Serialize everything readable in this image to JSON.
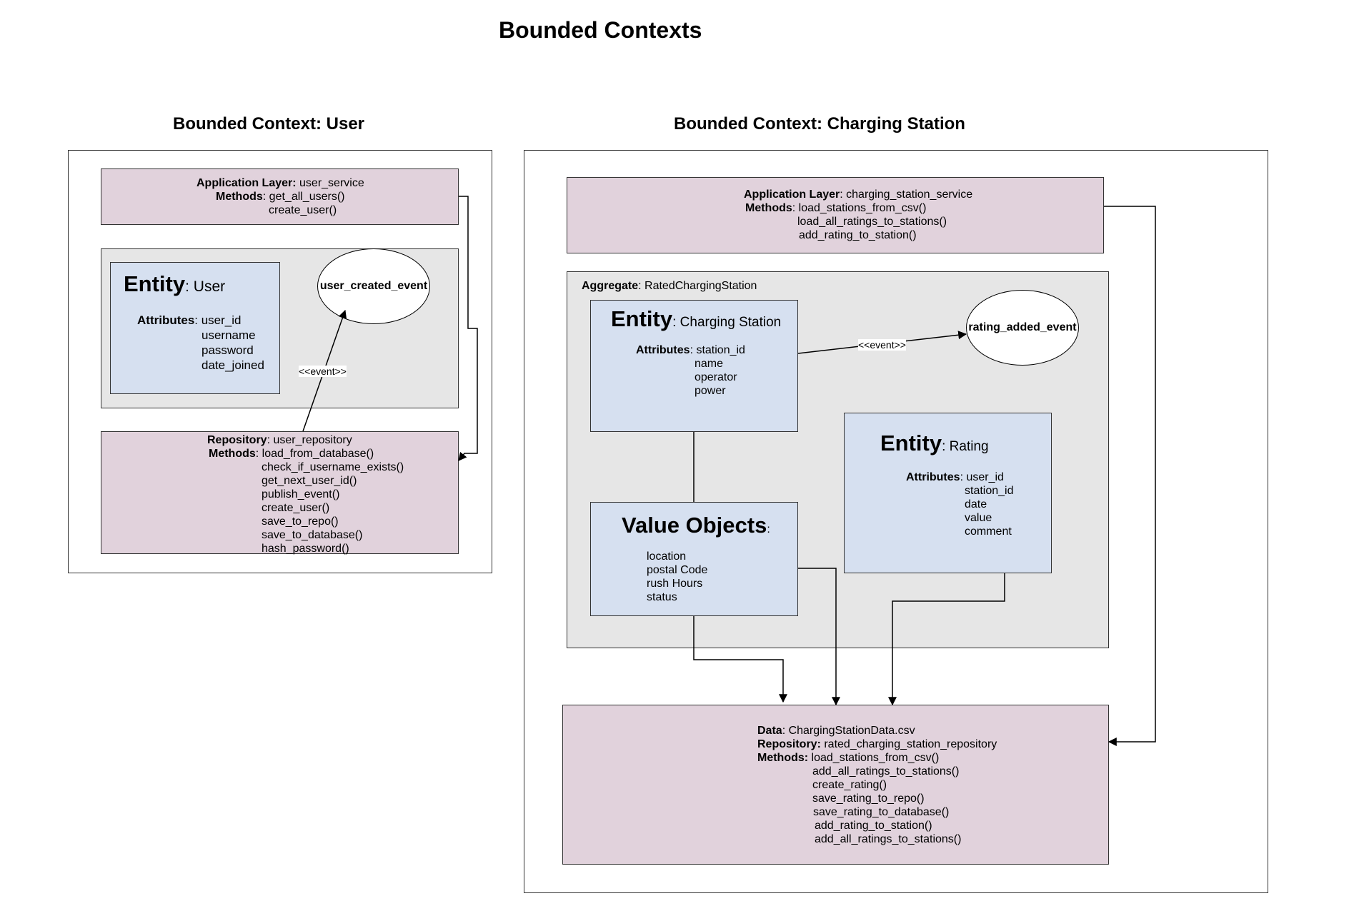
{
  "title": "Bounded Contexts",
  "user_ctx": {
    "title": "Bounded Context: User",
    "app": {
      "layer_label": "Application Layer:",
      "layer_value": " user_service",
      "methods_label": "Methods",
      "methods": [
        ": get_all_users()",
        "create_user()"
      ]
    },
    "entity": {
      "word": "Entity",
      "name": ": User",
      "attr_label": "Attributes",
      "attrs": [
        ": user_id",
        "username",
        "password",
        "date_joined"
      ]
    },
    "event": "user_created_event",
    "event_label": "<<event>>",
    "repo": {
      "label": "Repository",
      "value": ": user_repository",
      "methods_label": "Methods",
      "methods": [
        ": load_from_database()",
        "check_if_username_exists()",
        "get_next_user_id()",
        "publish_event()",
        "create_user()",
        "save_to_repo()",
        "save_to_database()",
        "hash_password()"
      ]
    }
  },
  "cs_ctx": {
    "title": "Bounded Context: Charging Station",
    "app": {
      "layer_label": "Application Layer",
      "layer_value": ": charging_station_service",
      "methods_label": "Methods",
      "methods": [
        ": load_stations_from_csv()",
        "load_all_ratings_to_stations()",
        "add_rating_to_station()"
      ]
    },
    "aggregate": {
      "label": "Aggregate",
      "value": ": RatedChargingStation"
    },
    "entity_station": {
      "word": "Entity",
      "name": ": Charging Station",
      "attr_label": "Attributes",
      "attrs": [
        ": station_id",
        "name",
        "operator",
        "power"
      ]
    },
    "event": "rating_added_event",
    "event_label": "<<event>>",
    "entity_rating": {
      "word": "Entity",
      "name": ": Rating",
      "attr_label": "Attributes",
      "attrs": [
        ": user_id",
        "station_id",
        "date",
        "value",
        "comment"
      ]
    },
    "value_objects": {
      "word": "Value Objects",
      "suffix": ":",
      "items": [
        "location",
        "postal Code",
        "rush Hours",
        "status"
      ]
    },
    "data": {
      "data_label": "Data",
      "data_value": ": ChargingStationData.csv",
      "repo_label": "Repository:",
      "repo_value": " rated_charging_station_repository",
      "methods_label": "Methods:",
      "methods": [
        " load_stations_from_csv()",
        "add_all_ratings_to_stations()",
        "create_rating()",
        "save_rating_to_repo()",
        "save_rating_to_database()",
        "add_rating_to_station()",
        "add_all_ratings_to_stations()"
      ]
    }
  }
}
